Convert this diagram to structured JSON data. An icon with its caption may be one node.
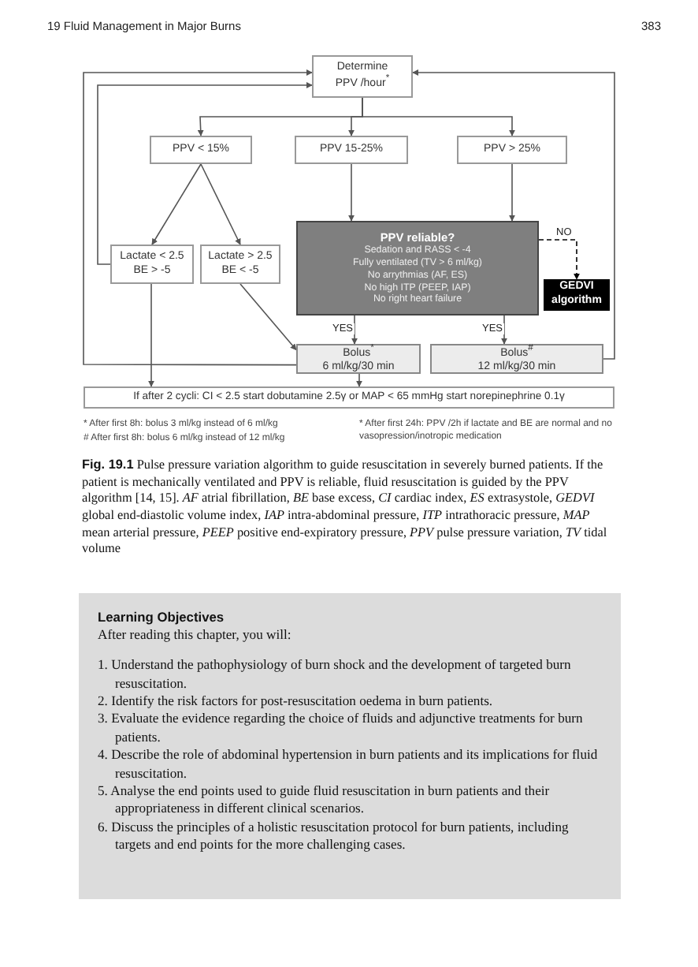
{
  "diagram": {
    "caption": "**Fig. 19.1** Pulse pressure variation algorithm to guide resuscitation in severely burned patients. If the patient is mechanically ventilated and PPV is reliable, fluid resuscitation is guided by the PPV algorithm [14, 15]. *AF* atrial fibrillation, *BE* base excess, *CI* cardiac index, *ES* extrasystole, *GEDVI* global end-diastolic volume index, *IAP* intra-abdominal pressure, *ITP* intrathoracic pressure, *MAP* mean arterial pressure, *PEEP* positive end-expiratory pressure, *PPV* pulse pressure variation, *TV* tidal volume",
    "nodes": [
      {
        "text": [
          "Determine",
          "PPV /hour$^{*}$"
        ]
      },
      {
        "text": [
          "PPV < 15%"
        ]
      },
      {
        "text": [
          "PPV 15-25%"
        ]
      },
      {
        "text": [
          "PPV > 25%"
        ]
      },
      {
        "text": [
          "Lactate < 2.5",
          "BE > -5"
        ]
      },
      {
        "text": [
          "Lactate > 2.5",
          "BE < -5"
        ]
      },
      {
        "text": [
          "PPV reliable?",
          "Sedation and RASS < -4",
          "Fully ventilated (TV > 6 ml/kg)",
          "No arrythmias (AF, ES)",
          "No high ITP (PEEP, IAP)",
          "No right heart failure"
        ]
      },
      {
        "text": [
          "GEDVI algorithm"
        ]
      },
      {
        "text": [
          "Bolus$^{*}$",
          "6 ml/kg/30 min"
        ]
      },
      {
        "text": [
          "Bolus$^{#}$",
          "12 ml/kg/30 min"
        ]
      },
      {
        "text": [
          "If after 2 cycli: CI < 2.5 start dobutamine 2.5γ or MAP < 65 mmHg start norepinephrine 0.1γ"
        ]
      },
      {
        "text": [
          "Learning Objectives",
          "After reading this chapter, you will:",
          "1. Understand the pathophysiology of burn shock and the development of targeted burn resuscitation.",
          "2. Identify the risk factors for post-resuscitation oedema in burn patients.",
          "3. Evaluate the evidence regarding the choice of fluids and adjunctive treatments for burn patients.",
          "4. Describe the role of abdominal hypertension in burn patients and its implications for fluid resuscitation.",
          "5. Analyse the end points used to guide fluid resuscitation in burn patients and their appropriateness in different clinical scenarios.",
          "6. Discuss the principles of a holistic resuscitation protocol for burn patients, including targets and end points for the more challenging cases."
        ]
      }
    ],
    "edges": [
      {
        "from": 0,
        "to": 1,
        "arrow": "to"
      },
      {
        "from": 0,
        "to": 2,
        "arrow": "to"
      },
      {
        "from": 0,
        "to": 3,
        "arrow": "to"
      },
      {
        "from": 1,
        "to": 4,
        "arrow": "to"
      },
      {
        "from": 1,
        "to": 5,
        "arrow": "to"
      },
      {
        "from": 2,
        "to": 6,
        "arrow": "to"
      },
      {
        "from": 3,
        "to": 6,
        "arrow": "to"
      },
      {
        "from": 6,
        "to": 7,
        "arrow": "to",
        "label": "NO",
        "style": "dashed",
        "color": "#000000"
      },
      {
        "from": 6,
        "to": 8,
        "arrow": "to",
        "label": "YES"
      },
      {
        "from": 6,
        "to": 9,
        "arrow": "to",
        "label": "YES"
      },
      {
        "from": 5,
        "to": 8,
        "arrow": "to"
      },
      {
        "from": 4,
        "to": 10,
        "arrow": "to"
      },
      {
        "from": 8,
        "to": 10,
        "arrow": "to"
      },
      {
        "from": 8,
        "to": 0,
        "arrow": "to"
      },
      {
        "from": 9,
        "to": 0,
        "arrow": "to"
      },
      {
        "from": 4,
        "to": 0,
        "arrow": "to"
      }
    ],
    "labels": [
      "19 Fluid Management in Major Burns",
      "383",
      "* After first 8h: bolus 3 ml/kg instead of 6 ml/kg",
      "# After first 8h: bolus 6 ml/kg instead of 12 ml/kg",
      "* After first 24h: PPV /2h if lactate and BE are normal and no vasopression/inotropic medication"
    ]
  }
}
